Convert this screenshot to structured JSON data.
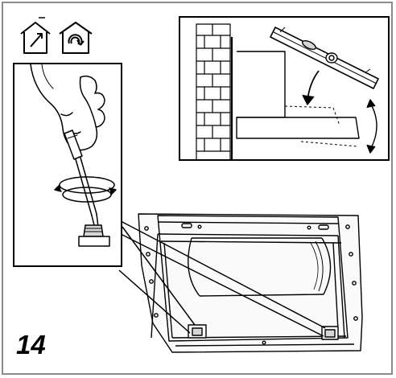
{
  "figure": {
    "step_number": "14",
    "icons": [
      "house-exhaust-icon",
      "house-recirculation-icon"
    ],
    "insets": [
      "screwdriver-adjustment-detail",
      "spirit-level-wall-detail"
    ]
  }
}
